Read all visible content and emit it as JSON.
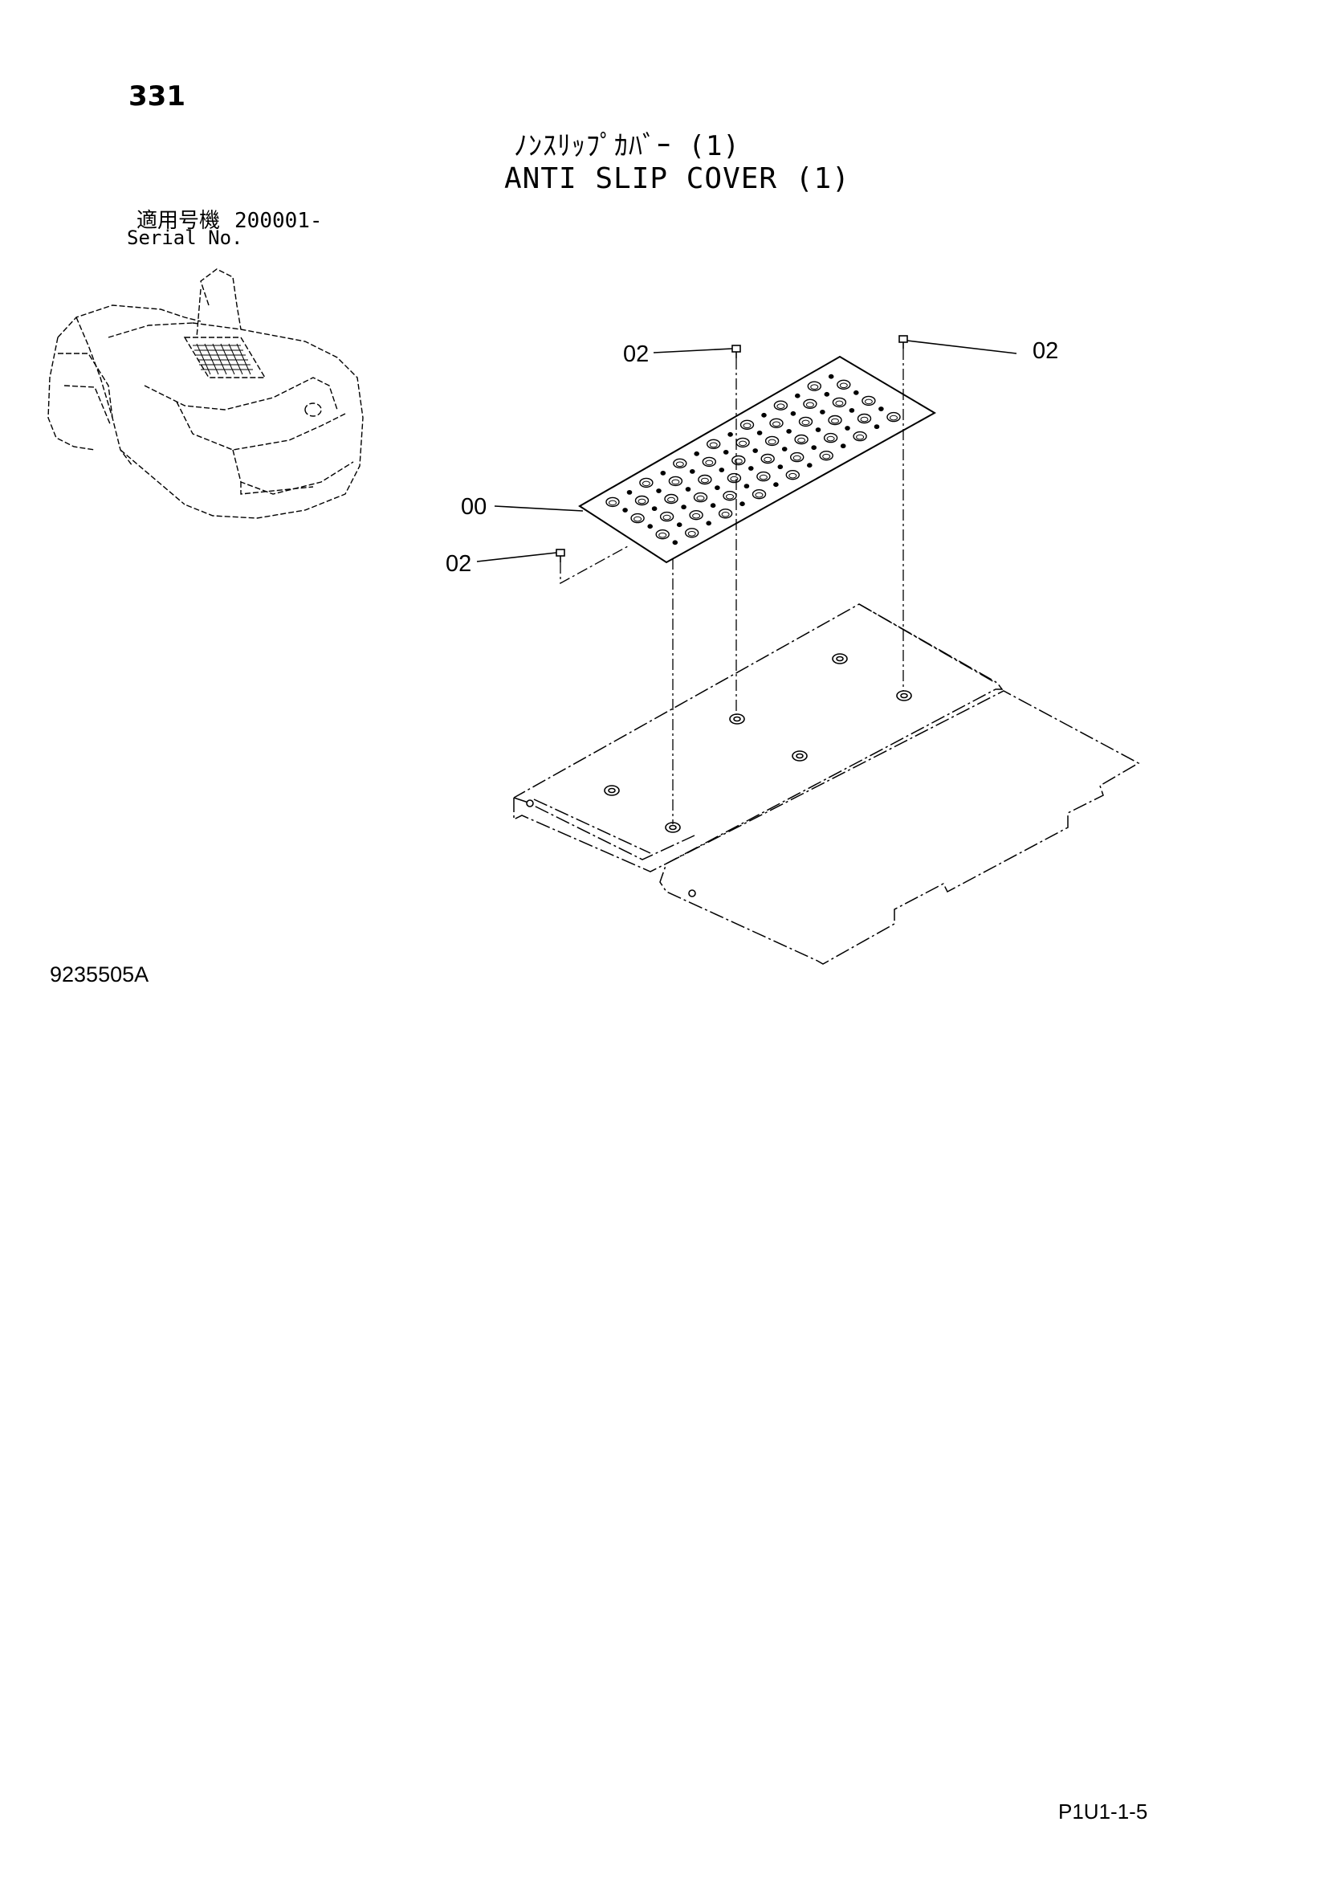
{
  "header": {
    "page_number": "331",
    "title_jp": "ﾉﾝｽﾘｯﾌﾟｶﾊﾞｰ (1)",
    "title_en": "ANTI SLIP COVER (1)"
  },
  "serial": {
    "label_jp": "適用号機",
    "number": "200001-",
    "label_en": "Serial No."
  },
  "callouts": [
    {
      "label": "02"
    },
    {
      "label": "02"
    },
    {
      "label": "00"
    },
    {
      "label": "02"
    }
  ],
  "footer": {
    "drawing_number": "9235505A",
    "page_code": "P1U1-1-5"
  }
}
